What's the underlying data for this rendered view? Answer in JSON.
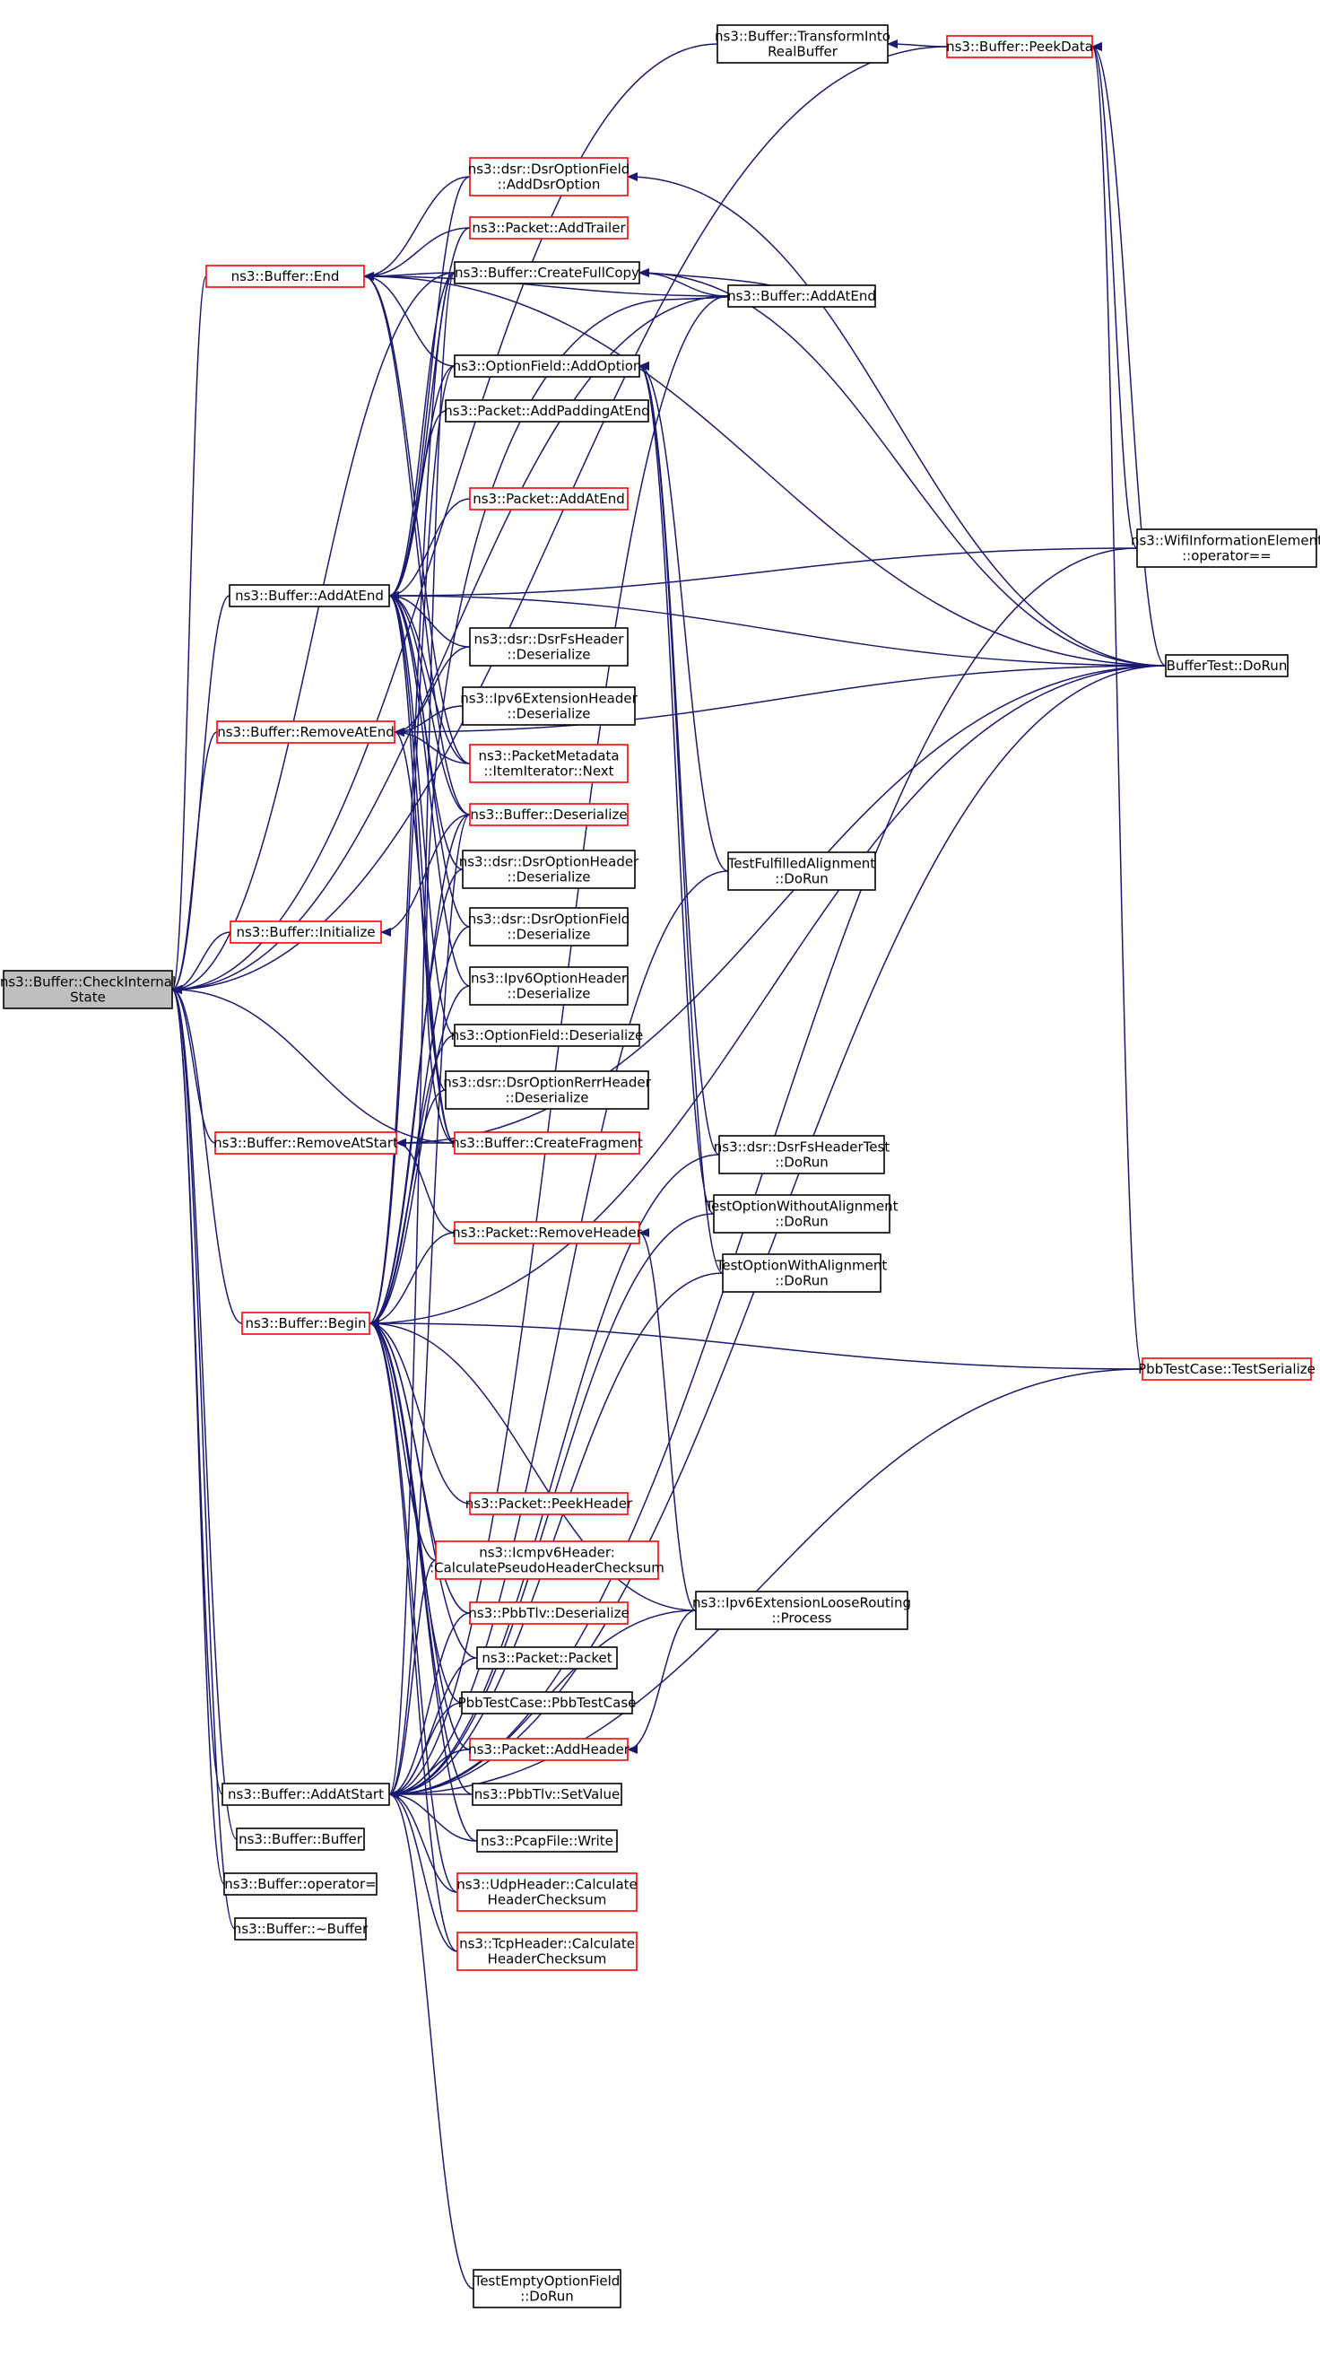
{
  "colors": {
    "edge": "#191970",
    "arrow": "#191970",
    "node_border_normal": "#000000",
    "node_border_external": "#ff0000",
    "focus_fill": "#bfbfbf",
    "node_fill": "#ffffff"
  },
  "nodes": [
    {
      "id": "check",
      "lines": [
        "ns3::Buffer::CheckInternal",
        "State"
      ],
      "style": "focus"
    },
    {
      "id": "transform",
      "lines": [
        "ns3::Buffer::TransformInto",
        "RealBuffer"
      ],
      "style": "normal"
    },
    {
      "id": "peekdata",
      "lines": [
        "ns3::Buffer::PeekData"
      ],
      "style": "red"
    },
    {
      "id": "end",
      "lines": [
        "ns3::Buffer::End"
      ],
      "style": "red"
    },
    {
      "id": "adddsr",
      "lines": [
        "ns3::dsr::DsrOptionField",
        "::AddDsrOption"
      ],
      "style": "red"
    },
    {
      "id": "addtrailer",
      "lines": [
        "ns3::Packet::AddTrailer"
      ],
      "style": "red"
    },
    {
      "id": "createfull",
      "lines": [
        "ns3::Buffer::CreateFullCopy"
      ],
      "style": "normal"
    },
    {
      "id": "addatend2",
      "lines": [
        "ns3::Buffer::AddAtEnd"
      ],
      "style": "normal"
    },
    {
      "id": "addoption",
      "lines": [
        "ns3::OptionField::AddOption"
      ],
      "style": "normal"
    },
    {
      "id": "addpadding",
      "lines": [
        "ns3::Packet::AddPaddingAtEnd"
      ],
      "style": "normal"
    },
    {
      "id": "pktaddatend",
      "lines": [
        "ns3::Packet::AddAtEnd"
      ],
      "style": "red"
    },
    {
      "id": "addatend",
      "lines": [
        "ns3::Buffer::AddAtEnd"
      ],
      "style": "normal"
    },
    {
      "id": "wifiop",
      "lines": [
        "ns3::WifiInformationElement",
        "::operator=="
      ],
      "style": "normal"
    },
    {
      "id": "dsrfs",
      "lines": [
        "ns3::dsr::DsrFsHeader",
        "::Deserialize"
      ],
      "style": "normal"
    },
    {
      "id": "buffertest",
      "lines": [
        "BufferTest::DoRun"
      ],
      "style": "normal"
    },
    {
      "id": "ipv6ext",
      "lines": [
        "ns3::Ipv6ExtensionHeader",
        "::Deserialize"
      ],
      "style": "normal"
    },
    {
      "id": "removeatend",
      "lines": [
        "ns3::Buffer::RemoveAtEnd"
      ],
      "style": "red"
    },
    {
      "id": "pktmeta",
      "lines": [
        "ns3::PacketMetadata",
        "::ItemIterator::Next"
      ],
      "style": "red"
    },
    {
      "id": "bufdeser",
      "lines": [
        "ns3::Buffer::Deserialize"
      ],
      "style": "red"
    },
    {
      "id": "dsroptheader",
      "lines": [
        "ns3::dsr::DsrOptionHeader",
        "::Deserialize"
      ],
      "style": "normal"
    },
    {
      "id": "testfulfilled",
      "lines": [
        "TestFulfilledAlignment",
        "::DoRun"
      ],
      "style": "normal"
    },
    {
      "id": "initialize",
      "lines": [
        "ns3::Buffer::Initialize"
      ],
      "style": "red"
    },
    {
      "id": "dsroptfield",
      "lines": [
        "ns3::dsr::DsrOptionField",
        "::Deserialize"
      ],
      "style": "normal"
    },
    {
      "id": "ipv6opt",
      "lines": [
        "ns3::Ipv6OptionHeader",
        "::Deserialize"
      ],
      "style": "normal"
    },
    {
      "id": "optfielddeser",
      "lines": [
        "ns3::OptionField::Deserialize"
      ],
      "style": "normal"
    },
    {
      "id": "dsrrerr",
      "lines": [
        "ns3::dsr::DsrOptionRerrHeader",
        "::Deserialize"
      ],
      "style": "normal"
    },
    {
      "id": "removeatstart",
      "lines": [
        "ns3::Buffer::RemoveAtStart"
      ],
      "style": "red"
    },
    {
      "id": "createfrag",
      "lines": [
        "ns3::Buffer::CreateFragment"
      ],
      "style": "red"
    },
    {
      "id": "dsrfstest",
      "lines": [
        "ns3::dsr::DsrFsHeaderTest",
        "::DoRun"
      ],
      "style": "normal"
    },
    {
      "id": "testwithout",
      "lines": [
        "TestOptionWithoutAlignment",
        "::DoRun"
      ],
      "style": "normal"
    },
    {
      "id": "removeheader",
      "lines": [
        "ns3::Packet::RemoveHeader"
      ],
      "style": "red"
    },
    {
      "id": "testwith",
      "lines": [
        "TestOptionWithAlignment",
        "::DoRun"
      ],
      "style": "normal"
    },
    {
      "id": "begin",
      "lines": [
        "ns3::Buffer::Begin"
      ],
      "style": "red"
    },
    {
      "id": "pbbserialize",
      "lines": [
        "PbbTestCase::TestSerialize"
      ],
      "style": "red"
    },
    {
      "id": "peekheader",
      "lines": [
        "ns3::Packet::PeekHeader"
      ],
      "style": "red"
    },
    {
      "id": "icmpv6",
      "lines": [
        "ns3::Icmpv6Header:",
        ":CalculatePseudoHeaderChecksum"
      ],
      "style": "red"
    },
    {
      "id": "ipv6loose",
      "lines": [
        "ns3::Ipv6ExtensionLooseRouting",
        "::Process"
      ],
      "style": "normal"
    },
    {
      "id": "pbbtlvdeser",
      "lines": [
        "ns3::PbbTlv::Deserialize"
      ],
      "style": "red"
    },
    {
      "id": "pktpacket",
      "lines": [
        "ns3::Packet::Packet"
      ],
      "style": "normal"
    },
    {
      "id": "pbbtestcase",
      "lines": [
        "PbbTestCase::PbbTestCase"
      ],
      "style": "normal"
    },
    {
      "id": "addheader",
      "lines": [
        "ns3::Packet::AddHeader"
      ],
      "style": "red"
    },
    {
      "id": "addatstart",
      "lines": [
        "ns3::Buffer::AddAtStart"
      ],
      "style": "normal"
    },
    {
      "id": "pbbsetvalue",
      "lines": [
        "ns3::PbbTlv::SetValue"
      ],
      "style": "normal"
    },
    {
      "id": "bufbuffer",
      "lines": [
        "ns3::Buffer::Buffer"
      ],
      "style": "normal"
    },
    {
      "id": "pcapwrite",
      "lines": [
        "ns3::PcapFile::Write"
      ],
      "style": "normal"
    },
    {
      "id": "bufassign",
      "lines": [
        "ns3::Buffer::operator="
      ],
      "style": "normal"
    },
    {
      "id": "udpchk",
      "lines": [
        "ns3::UdpHeader::Calculate",
        "HeaderChecksum"
      ],
      "style": "red"
    },
    {
      "id": "bufdtor",
      "lines": [
        "ns3::Buffer::~Buffer"
      ],
      "style": "normal"
    },
    {
      "id": "tcpchk",
      "lines": [
        "ns3::TcpHeader::Calculate",
        "HeaderChecksum"
      ],
      "style": "red"
    },
    {
      "id": "testempty",
      "lines": [
        "TestEmptyOptionField",
        "::DoRun"
      ],
      "style": "normal"
    }
  ],
  "edges": [
    [
      "transform",
      "check"
    ],
    [
      "end",
      "check"
    ],
    [
      "addatend",
      "check"
    ],
    [
      "removeatend",
      "check"
    ],
    [
      "initialize",
      "check"
    ],
    [
      "removeatstart",
      "check"
    ],
    [
      "begin",
      "check"
    ],
    [
      "addatstart",
      "check"
    ],
    [
      "bufbuffer",
      "check"
    ],
    [
      "bufassign",
      "check"
    ],
    [
      "bufdtor",
      "check"
    ],
    [
      "peekdata",
      "check"
    ],
    [
      "createfull",
      "check"
    ],
    [
      "addatend2",
      "check"
    ],
    [
      "createfrag",
      "check"
    ],
    [
      "peekdata",
      "transform"
    ],
    [
      "wifiop",
      "peekdata"
    ],
    [
      "buffertest",
      "peekdata"
    ],
    [
      "pbbserialize",
      "peekdata"
    ],
    [
      "adddsr",
      "end"
    ],
    [
      "addtrailer",
      "end"
    ],
    [
      "createfull",
      "end"
    ],
    [
      "addatend2",
      "end"
    ],
    [
      "addoption",
      "end"
    ],
    [
      "buffertest",
      "end"
    ],
    [
      "pktmeta",
      "end"
    ],
    [
      "bufdeser",
      "end"
    ],
    [
      "buffertest",
      "adddsr"
    ],
    [
      "addatend2",
      "createfull"
    ],
    [
      "createfrag",
      "createfull"
    ],
    [
      "buffertest",
      "createfull"
    ],
    [
      "testfulfilled",
      "addoption"
    ],
    [
      "dsrfstest",
      "addoption"
    ],
    [
      "testwithout",
      "addoption"
    ],
    [
      "testwith",
      "addoption"
    ],
    [
      "adddsr",
      "addatend"
    ],
    [
      "addtrailer",
      "addatend"
    ],
    [
      "createfull",
      "addatend"
    ],
    [
      "addoption",
      "addatend"
    ],
    [
      "addpadding",
      "addatend"
    ],
    [
      "pktaddatend",
      "addatend"
    ],
    [
      "wifiop",
      "addatend"
    ],
    [
      "dsrfs",
      "addatend"
    ],
    [
      "pktmeta",
      "addatend"
    ],
    [
      "bufdeser",
      "addatend"
    ],
    [
      "dsroptheader",
      "addatend"
    ],
    [
      "dsroptfield",
      "addatend"
    ],
    [
      "ipv6opt",
      "addatend"
    ],
    [
      "optfielddeser",
      "addatend"
    ],
    [
      "dsrrerr",
      "addatend"
    ],
    [
      "createfrag",
      "addatend"
    ],
    [
      "buffertest",
      "addatend"
    ],
    [
      "dsrfs",
      "removeatend"
    ],
    [
      "ipv6ext",
      "removeatend"
    ],
    [
      "pktmeta",
      "removeatend"
    ],
    [
      "createfrag",
      "removeatend"
    ],
    [
      "buffertest",
      "removeatend"
    ],
    [
      "bufdeser",
      "initialize"
    ],
    [
      "createfrag",
      "removeatstart"
    ],
    [
      "removeheader",
      "removeatstart"
    ],
    [
      "buffertest",
      "removeatstart"
    ],
    [
      "removeheader",
      "begin"
    ],
    [
      "buffertest",
      "begin"
    ],
    [
      "pbbserialize",
      "begin"
    ],
    [
      "peekheader",
      "begin"
    ],
    [
      "icmpv6",
      "begin"
    ],
    [
      "ipv6loose",
      "begin"
    ],
    [
      "pbbtlvdeser",
      "begin"
    ],
    [
      "pktpacket",
      "begin"
    ],
    [
      "pbbtestcase",
      "begin"
    ],
    [
      "addheader",
      "begin"
    ],
    [
      "pbbsetvalue",
      "begin"
    ],
    [
      "pcapwrite",
      "begin"
    ],
    [
      "udpchk",
      "begin"
    ],
    [
      "tcpchk",
      "begin"
    ],
    [
      "bufdeser",
      "begin"
    ],
    [
      "dsroptheader",
      "begin"
    ],
    [
      "dsrrerr",
      "begin"
    ],
    [
      "ipv6opt",
      "begin"
    ],
    [
      "dsroptfield",
      "begin"
    ],
    [
      "optfielddeser",
      "begin"
    ],
    [
      "createfull",
      "begin"
    ],
    [
      "addoption",
      "begin"
    ],
    [
      "ipv6loose",
      "removeheader"
    ],
    [
      "ipv6loose",
      "addheader"
    ],
    [
      "icmpv6",
      "addatstart"
    ],
    [
      "pbbtlvdeser",
      "addatstart"
    ],
    [
      "pktpacket",
      "addatstart"
    ],
    [
      "pbbtestcase",
      "addatstart"
    ],
    [
      "addheader",
      "addatstart"
    ],
    [
      "pbbsetvalue",
      "addatstart"
    ],
    [
      "pcapwrite",
      "addatstart"
    ],
    [
      "udpchk",
      "addatstart"
    ],
    [
      "tcpchk",
      "addatstart"
    ],
    [
      "bufdeser",
      "addatstart"
    ],
    [
      "createfull",
      "addatstart"
    ],
    [
      "buffertest",
      "addatstart"
    ],
    [
      "pbbserialize",
      "addatstart"
    ],
    [
      "testempty",
      "addatstart"
    ],
    [
      "testwith",
      "addatstart"
    ],
    [
      "testwithout",
      "addatstart"
    ],
    [
      "testfulfilled",
      "addatstart"
    ],
    [
      "dsrfstest",
      "addatstart"
    ],
    [
      "ipv6loose",
      "addatstart"
    ],
    [
      "addatend2",
      "addatstart"
    ],
    [
      "wifiop",
      "addatstart"
    ]
  ]
}
